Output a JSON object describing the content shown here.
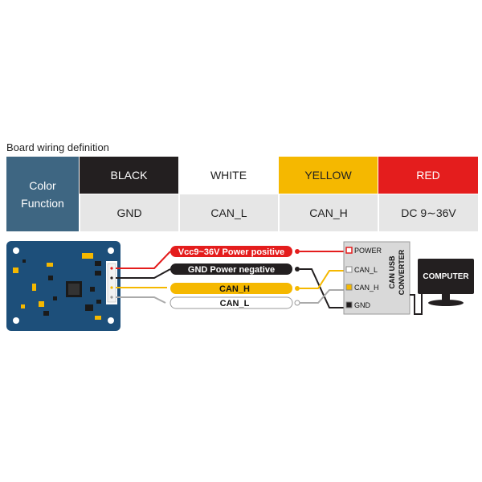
{
  "section_title": "Board wiring definition",
  "table": {
    "header_line1": "Color",
    "header_line2": "Function",
    "columns": [
      {
        "color": "BLACK",
        "function": "GND"
      },
      {
        "color": "WHITE",
        "function": "CAN_L"
      },
      {
        "color": "YELLOW",
        "function": "CAN_H"
      },
      {
        "color": "RED",
        "function": "DC 9∼36V"
      }
    ]
  },
  "wires": {
    "power": "Vcc9~36V Power positive",
    "gnd": "GND  Power negative",
    "canh": "CAN_H",
    "canl": "CAN_L"
  },
  "converter": {
    "title_line1": "CAN USB",
    "title_line2": "CONVERTER",
    "pins": [
      "POWER",
      "CAN_L",
      "CAN_H",
      "GND"
    ]
  },
  "computer_label": "COMPUTER",
  "colors": {
    "header_bg": "#3e6682",
    "black": "#231f20",
    "yellow": "#f5b800",
    "red": "#e41d1d",
    "board": "#1d4f7a"
  }
}
